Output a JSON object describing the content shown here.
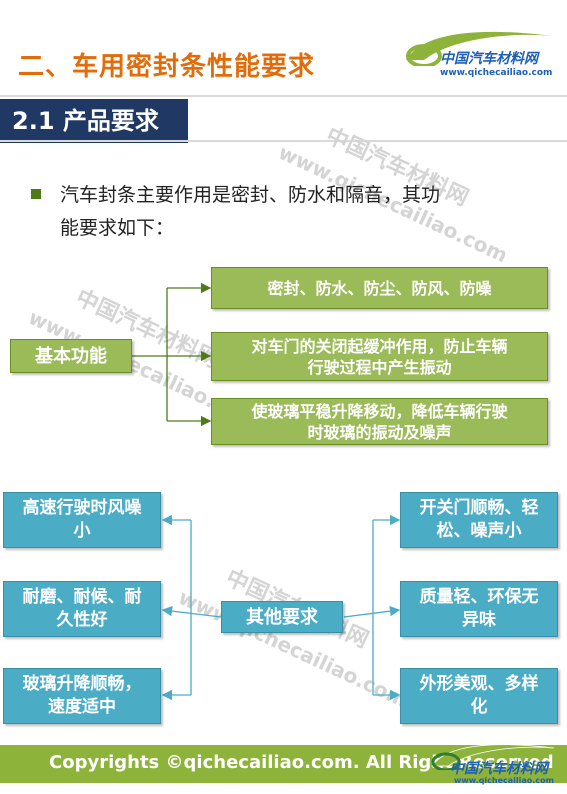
{
  "header": {
    "title": "二、车用密封条性能要求",
    "logo_text": "中国汽车材料网",
    "logo_url": "www.qichecailiao.com"
  },
  "section": {
    "heading": "2.1 产品要求"
  },
  "bullet": {
    "line1": "汽车封条主要作用是密封、防水和隔音，其功",
    "line2": "能要求如下："
  },
  "watermark": {
    "cn": "中国汽车材料网",
    "url": "www.qichecailiao.com"
  },
  "basic": {
    "root": "基本功能",
    "items": [
      {
        "line1": "密封、防水、防尘、防风、防噪",
        "line2": ""
      },
      {
        "line1": "对车门的关闭起缓冲作用，防止车辆",
        "line2": "行驶过程中产生振动"
      },
      {
        "line1": "使玻璃平稳升降移动，降低车辆行驶",
        "line2": "时玻璃的振动及噪声"
      }
    ]
  },
  "other": {
    "root": "其他要求",
    "left": [
      {
        "line1": "高速行驶时风噪",
        "line2": "小"
      },
      {
        "line1": "耐磨、耐候、耐",
        "line2": "久性好"
      },
      {
        "line1": "玻璃升降顺畅，",
        "line2": "速度适中"
      }
    ],
    "right": [
      {
        "line1": "开关门顺畅、轻",
        "line2": "松、噪声小"
      },
      {
        "line1": "质量轻、环保无",
        "line2": "异味"
      },
      {
        "line1": "外形美观、多样",
        "line2": "化"
      }
    ]
  },
  "footer": {
    "text": "Copyrights ©qichecailiao.com. All Right Reserved",
    "logo_text": "中国汽车材料网",
    "logo_url": "www.qichecailiao.com"
  },
  "colors": {
    "title": "#e36c0a",
    "section_bg": "#1f3864",
    "green_box": "#9bbb59",
    "blue_box": "#4bacc6",
    "footer_bar": "#8db33a",
    "connector_green": "#4e7a1a",
    "connector_blue": "#4bacc6"
  }
}
